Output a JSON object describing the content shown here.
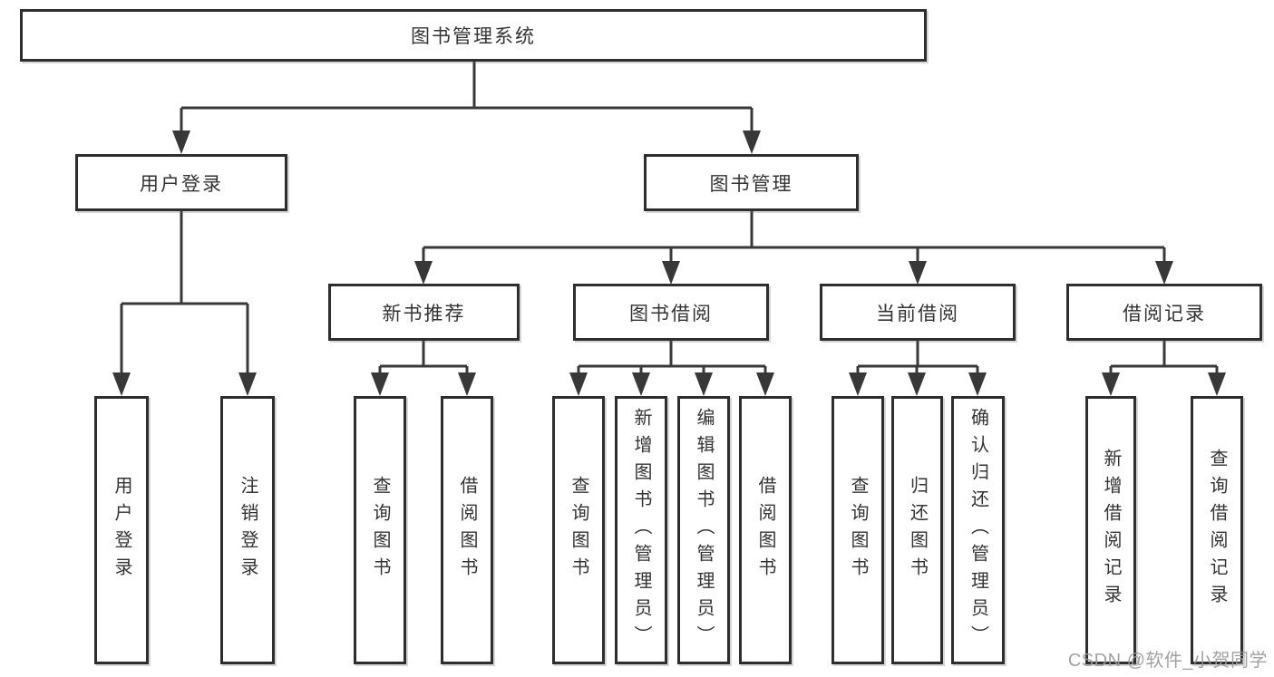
{
  "diagram": {
    "root": {
      "label": "图书管理系统"
    },
    "branches": {
      "user_login": {
        "label": "用户登录",
        "children": {
          "login": {
            "label": "用户登录"
          },
          "logout": {
            "label": "注销登录"
          }
        }
      },
      "book_management": {
        "label": "图书管理",
        "children": {
          "new_book_recommend": {
            "label": "新书推荐",
            "children": {
              "query_books": {
                "label": "查询图书"
              },
              "borrow_books": {
                "label": "借阅图书"
              }
            }
          },
          "book_borrowing": {
            "label": "图书借阅",
            "children": {
              "query_books": {
                "label": "查询图书"
              },
              "add_books_admin": {
                "label": "新增图书（管理员）"
              },
              "edit_books_admin": {
                "label": "编辑图书（管理员）"
              },
              "borrow_books": {
                "label": "借阅图书"
              }
            }
          },
          "current_borrowing": {
            "label": "当前借阅",
            "children": {
              "query_books": {
                "label": "查询图书"
              },
              "return_books": {
                "label": "归还图书"
              },
              "confirm_return_admin": {
                "label": "确认归还（管理员）"
              }
            }
          },
          "borrow_records": {
            "label": "借阅记录",
            "children": {
              "add_borrow_record": {
                "label": "新增借阅记录"
              },
              "query_borrow_record": {
                "label": "查询借阅记录"
              }
            }
          }
        }
      }
    }
  },
  "watermark": {
    "text": "CSDN @软件_小贺同学"
  },
  "colors": {
    "background": "#ffffff",
    "line": "#383838",
    "box_border": "#2e2e2e",
    "text": "#333333",
    "watermark": "#999999"
  }
}
